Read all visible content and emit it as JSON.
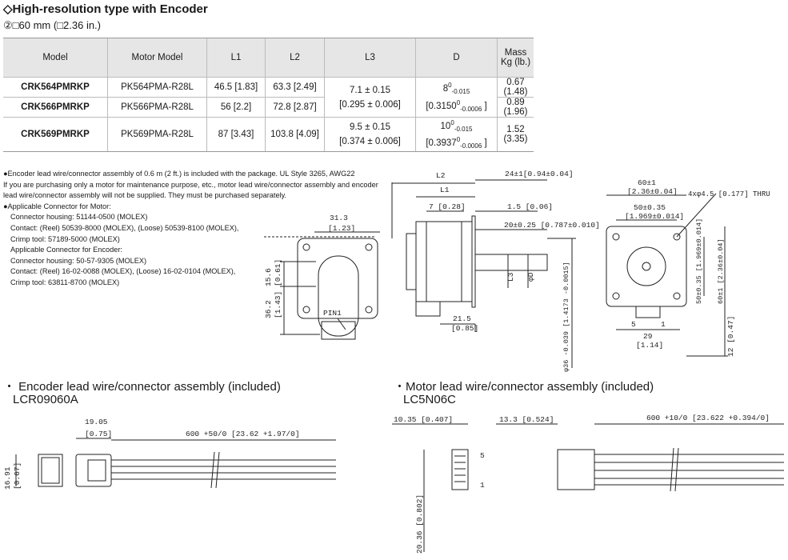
{
  "header": {
    "title": "◇High-resolution type with Encoder",
    "subtitle": "②□60 mm (□2.36 in.)"
  },
  "table": {
    "headers": [
      "Model",
      "Motor Model",
      "L1",
      "L2",
      "L3",
      "D",
      "Mass",
      "Kg (lb.)"
    ],
    "rows": [
      {
        "model": "CRK564PMRKP",
        "motor": "PK564PMA-R28L",
        "l1": "46.5 [1.83]",
        "l2": "63.3 [2.49]",
        "mass": "0.67 (1.48)"
      },
      {
        "model": "CRK566PMRKP",
        "motor": "PK566PMA-R28L",
        "l1": "56 [2.2]",
        "l2": "72.8 [2.87]",
        "mass": "0.89 (1.96)"
      },
      {
        "model": "CRK569PMRKP",
        "motor": "PK569PMA-R28L",
        "l1": "87 [3.43]",
        "l2": "103.8 [4.09]",
        "mass": "1.52 (3.35)"
      }
    ],
    "l3_a": "7.1 ± 0.15",
    "l3_a_in": "[0.295 ± 0.006]",
    "l3_b": "9.5 ± 0.15",
    "l3_b_in": "[0.374 ± 0.006]",
    "d_a": "8",
    "d_a_tol_up": "0",
    "d_a_tol_dn": "-0.015",
    "d_a_in": "[0.3150",
    "d_a_in_up": "0",
    "d_a_in_dn": "-0.0006",
    "d_a_close": "]",
    "d_b": "10",
    "d_b_tol_up": "0",
    "d_b_tol_dn": "-0.015",
    "d_b_in": "[0.3937",
    "d_b_in_up": "0",
    "d_b_in_dn": "-0.0006",
    "d_b_close": "]"
  },
  "notes": [
    "●Encoder lead wire/connector assembly of 0.6 m (2 ft.) is included with the package. UL Style 3265, AWG22",
    "If you are purchasing only a motor for maintenance purpose, etc., motor lead wire/connector assembly and encoder",
    "lead wire/connector assembly will not be supplied. They must be purchased separately.",
    "●Applicable Connector for Motor:",
    "Connector housing: 51144-0500 (MOLEX)",
    "Contact: (Reel) 50539-8000 (MOLEX), (Loose) 50539-8100 (MOLEX),",
    "Crimp tool: 57189-5000 (MOLEX)",
    "Applicable Connector for Encoder:",
    "Connector housing: 50-57-9305 (MOLEX)",
    "Contact: (Reel) 16-02-0088 (MOLEX), (Loose) 16-02-0104 (MOLEX),",
    "Crimp tool: 63811-8700 (MOLEX)"
  ],
  "drawings": {
    "encoder_view": {
      "d1": "31.3",
      "d1_in": "[1.23]",
      "d2": "15.6",
      "d2_in": "[0.61]",
      "d3": "36.2",
      "d3_in": "[1.43]",
      "pin": "PIN1"
    },
    "side_view": {
      "l2": "L2",
      "l1": "L1",
      "d24": "24±1[0.94±0.04]",
      "d7": "7 [0.28]",
      "d15": "1.5 [0.06]",
      "d20": "20±0.25 [0.787±0.010]",
      "l3": "L3",
      "d": "φD",
      "d215": "21.5",
      "d215_in": "[0.85]",
      "d36": "φ36 -0.039 [1.4173 -0.0015]"
    },
    "front_view": {
      "d60": "60±1",
      "d60_in": "[2.36±0.04]",
      "d50": "50±0.35",
      "d50_in": "[1.969±0.014]",
      "holes": "4xφ4.5 [0.177] THRU",
      "v50": "50±0.35 [1.969±0.014]",
      "v60": "60±1 [2.36±0.04]",
      "pin5": "5",
      "pin1": "1",
      "d29": "29",
      "d29_in": "[1.14]",
      "d12": "12 [0.47]"
    }
  },
  "encoder_assembly": {
    "heading": "・ Encoder lead wire/connector assembly (included)",
    "part": "LCR09060A",
    "d1905": "19.05",
    "d1905_in": "[0.75]",
    "length": "600 +50/0 [23.62 +1.97/0]",
    "d1691": "16.91",
    "d1691_in": "[0.67]"
  },
  "motor_assembly": {
    "heading": "・Motor lead wire/connector assembly (included)",
    "part": "LC5N06C",
    "d1035": "10.35 [0.407]",
    "d133": "13.3 [0.524]",
    "length": "600 +10/0 [23.622 +0.394/0]",
    "pin5": "5",
    "pin1": "1",
    "d2036": "20.36 [0.802]"
  },
  "colors": {
    "header_bg": "#e6e6e6",
    "line": "#222222"
  }
}
